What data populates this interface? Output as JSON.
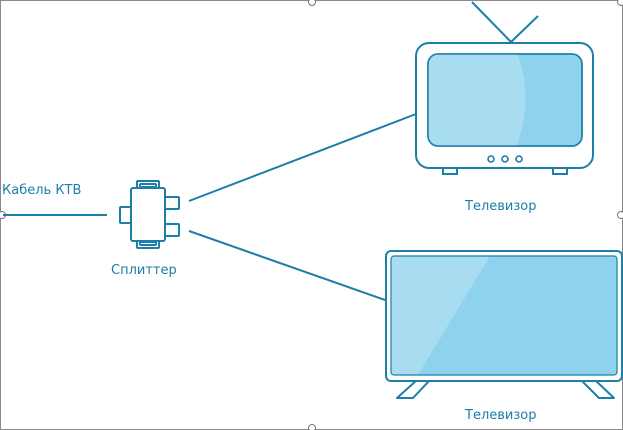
{
  "labels": {
    "cable": "Кабель КТВ",
    "splitter": "Сплиттер",
    "tv_top": "Телевизор",
    "tv_bottom": "Телевизор"
  },
  "colors": {
    "line": "#1b7fa8",
    "screen_light": "#a8dcf0",
    "screen_mid": "#8fd2ee",
    "selection_border": "#8a8a8a"
  },
  "icons": {
    "splitter": "splitter-icon",
    "tv_top": "crt-tv-icon",
    "tv_bottom": "flat-tv-icon"
  }
}
